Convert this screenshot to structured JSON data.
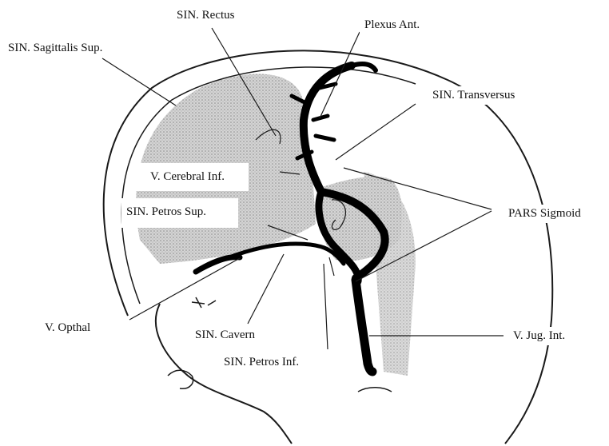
{
  "figure": {
    "labels": {
      "sinus_rectus": "SIN. Rectus",
      "plexus_ant": "Plexus Ant.",
      "sinus_sagittalis_sup": "SIN. Sagittalis Sup.",
      "sinus_transversus": "SIN. Transversus",
      "v_cerebral_inf": "V. Cerebral Inf.",
      "sinus_petros_sup": "SIN. Petros Sup.",
      "pars_sigmoid": "PARS Sigmoid",
      "v_opthal": "V. Opthal",
      "sinus_cavern": "SIN. Cavern",
      "v_jug_int": "V. Jug. Int.",
      "sinus_petros_inf": "SIN. Petros Inf."
    },
    "colors": {
      "vessel": "#000000",
      "outline": "#1a1a1a",
      "stipple": "#9a9a9a",
      "background": "#ffffff"
    }
  }
}
